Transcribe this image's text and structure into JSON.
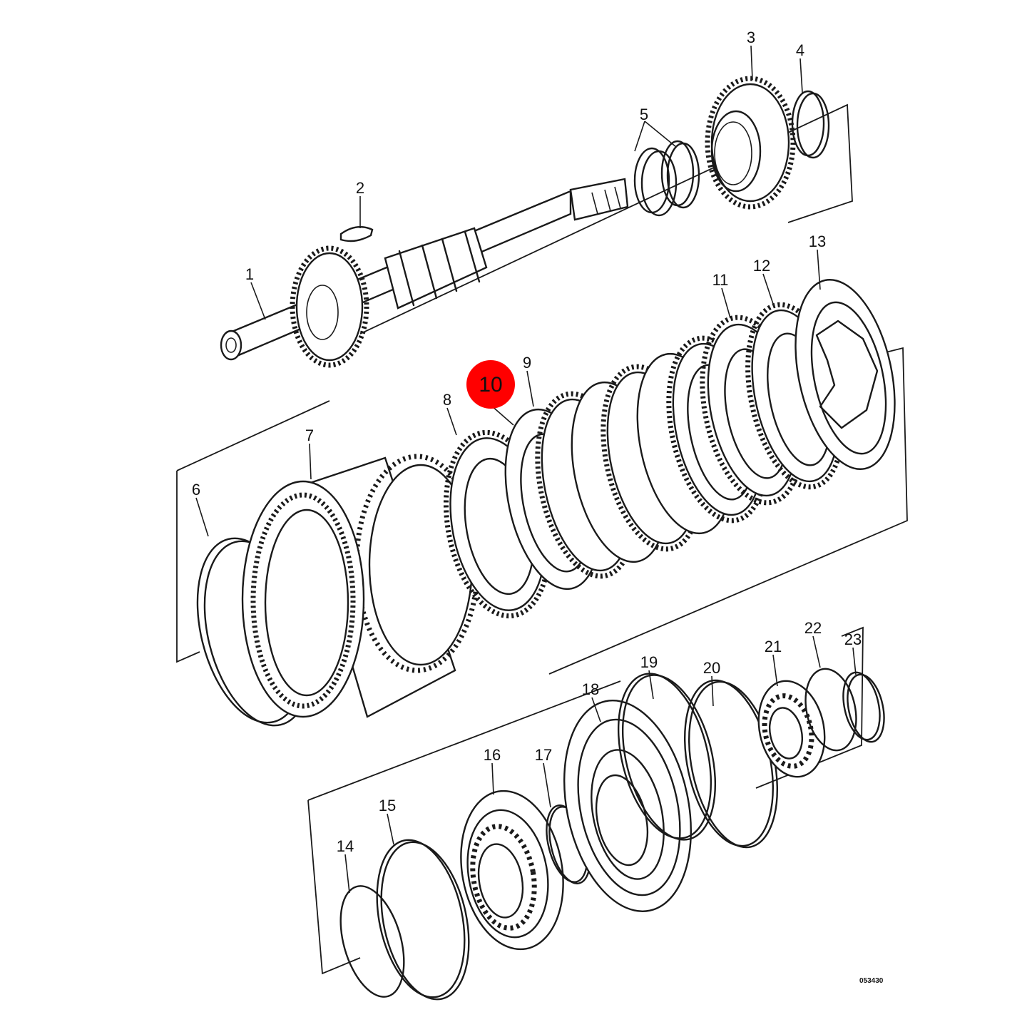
{
  "callouts": [
    {
      "id": "1",
      "text": "1"
    },
    {
      "id": "2",
      "text": "2"
    },
    {
      "id": "3",
      "text": "3"
    },
    {
      "id": "4",
      "text": "4"
    },
    {
      "id": "5",
      "text": "5"
    },
    {
      "id": "6",
      "text": "6"
    },
    {
      "id": "7",
      "text": "7"
    },
    {
      "id": "8",
      "text": "8"
    },
    {
      "id": "9",
      "text": "9"
    },
    {
      "id": "10",
      "text": "10"
    },
    {
      "id": "11",
      "text": "11"
    },
    {
      "id": "12",
      "text": "12"
    },
    {
      "id": "13",
      "text": "13"
    },
    {
      "id": "14",
      "text": "14"
    },
    {
      "id": "15",
      "text": "15"
    },
    {
      "id": "16",
      "text": "16"
    },
    {
      "id": "17",
      "text": "17"
    },
    {
      "id": "18",
      "text": "18"
    },
    {
      "id": "19",
      "text": "19"
    },
    {
      "id": "20",
      "text": "20"
    },
    {
      "id": "21",
      "text": "21"
    },
    {
      "id": "22",
      "text": "22"
    },
    {
      "id": "23",
      "text": "23"
    }
  ],
  "highlight": {
    "callout": "10",
    "color": "#ff0000"
  },
  "drawing_code": "053430",
  "colors": {
    "line": "#1a1a1a",
    "background": "#ffffff",
    "highlight": "#ff0000"
  }
}
